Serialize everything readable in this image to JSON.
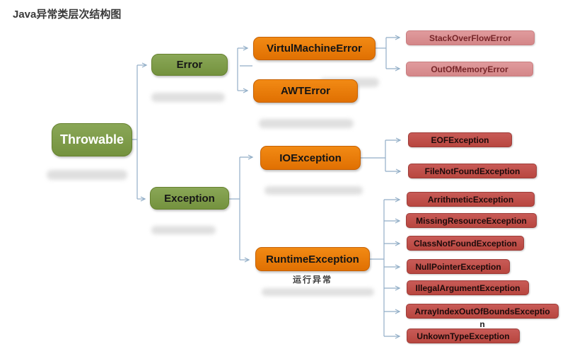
{
  "title": "Java异常类层次结构图",
  "diagram": {
    "root": {
      "label": "Throwable"
    },
    "error_branch": {
      "error": "Error",
      "virtual_machine_error": "VirtulMachineError",
      "awt_error": "AWTError",
      "stack_overflow_error": "StackOverFlowError",
      "out_of_memory_error": "OutOfMemoryError"
    },
    "exception_branch": {
      "exception": "Exception",
      "io_exception": "IOException",
      "eof_exception": "EOFException",
      "file_not_found_exception": "FileNotFoundException",
      "runtime_exception": "RuntimeException",
      "runtime_caption": "运行异常",
      "runtime_children": [
        {
          "label": "ArrithmeticException"
        },
        {
          "label": "MissingResourceException"
        },
        {
          "label": "ClassNotFoundException"
        },
        {
          "label": "NullPointerException"
        },
        {
          "label": "IllegalArgumentException"
        },
        {
          "label": "ArrayIndexOutOfBoundsExceptio",
          "overflow": "n"
        },
        {
          "label": "UnkownTypeException"
        }
      ]
    }
  },
  "colors": {
    "green_node": "#7d9c49",
    "orange_node": "#e87f0d",
    "salmon_node": "#dc9294",
    "brick_node": "#c0504d",
    "connector": "#92aec7",
    "title_text": "#3a3a3a"
  }
}
